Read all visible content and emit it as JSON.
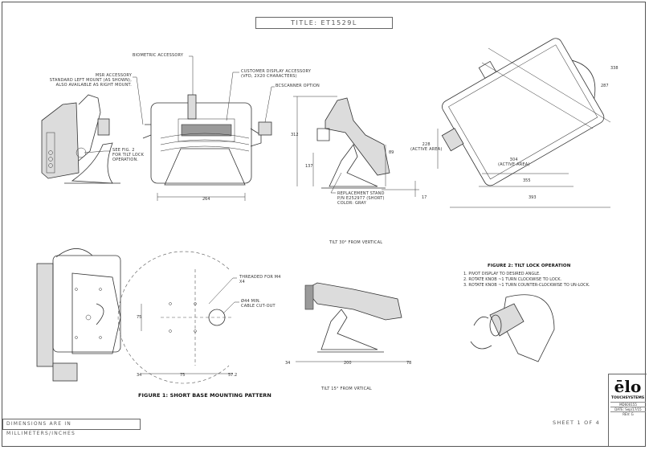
{
  "title": "TITLE: ET1529L",
  "labels": {
    "biometric": "BIOMETRIC ACCESSORY",
    "msr": "MSR ACCESSORY\nSTANDARD LEFT MOUNT (AS SHOWN),\nALSO AVAILABLE AS RIGHT MOUNT.",
    "customer_display": "CUSTOMER DISPLAY ACCESSORY\n(VFD, 2X20 CHARACTERS)",
    "bc_scanner": "BCSCANNER OPTION",
    "see_fig2": "SEE FIG. 2\nFOR TILT LOCK\nOPERATION.",
    "replacement_stand": "REPLACEMENT STAND\nP/N E252977 (SHORT)\nCOLOR: GRAY",
    "active_area_h": "228\n(ACTIVE AREA)",
    "active_area_w": "304\n(ACTIVE AREA)",
    "tilt30": "TILT 30° FROM VERTICAL",
    "tilt15": "TILT 15° FROM VRTICAL",
    "threaded": "THREADED FOR M4\nX4",
    "cable_cutout": "Ø44 MIN.\nCABLE CUT-OUT"
  },
  "dims": {
    "d264": "264",
    "d312": "312",
    "d137": "137",
    "d89": "89",
    "d17": "17",
    "d338": "338",
    "d287": "287",
    "d355": "355",
    "d393": "393",
    "d75v": "75",
    "d34a": "34",
    "d75h": "75",
    "d572": "57.2",
    "d34b": "34",
    "d200": "200",
    "d78": "78"
  },
  "captions": {
    "fig1": "FIGURE 1: SHORT BASE MOUNTING PATTERN",
    "fig2": "FIGURE 2: TILT LOCK OPERATION"
  },
  "notes": [
    "1.  PIVOT DISPLAY TO DESIRED ANGLE.",
    "2.  ROTATE KNOB ~1 TURN CLOCKWISE TO LOCK.",
    "3.  ROTATE KNOB ~1 TURN COUNTER-CLOCKWISE TO UN-LOCK."
  ],
  "footer": {
    "units": "DIMENSIONS ARE IN MILLIMETERS/INCHES",
    "sheet": "SHEET 1 OF 4"
  },
  "title_block": {
    "logo": "ēlo",
    "company": "TOUCHSYSTEMS",
    "doc_no": "MD600155",
    "date": "DATE: Sep/17/15",
    "rev": "REV: G"
  }
}
